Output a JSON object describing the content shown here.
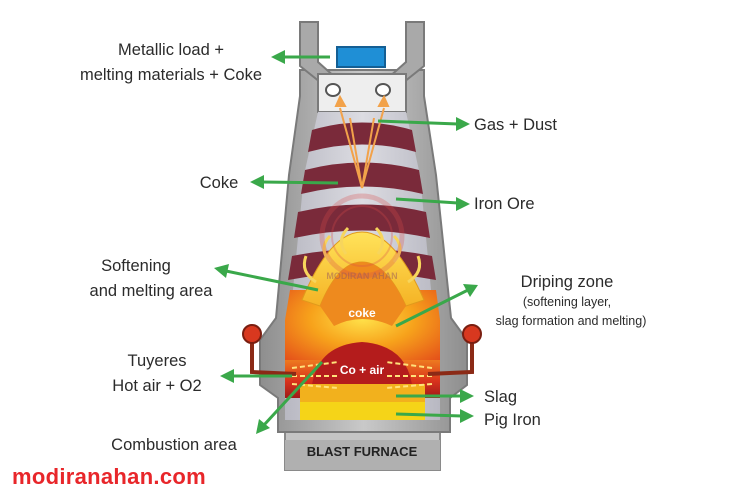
{
  "diagram": {
    "labels": {
      "metallic_load_line1": "Metallic load +",
      "metallic_load_line2": "melting materials + Coke",
      "gas_dust": "Gas + Dust",
      "coke": "Coke",
      "iron_ore": "Iron Ore",
      "softening_line1": "Softening",
      "softening_line2": "and melting area",
      "driping_zone": "Driping zone",
      "driping_sub1": "(softening layer,",
      "driping_sub2": "slag formation and melting)",
      "tuyeres_line1": "Tuyeres",
      "tuyeres_line2": "Hot air + O2",
      "slag": "Slag",
      "pig_iron": "Pig Iron",
      "combustion_area": "Combustion area"
    },
    "inner_labels": {
      "coke": "coke",
      "co_air": "Co + air"
    },
    "nameplate": "BLAST FURNACE",
    "watermark": "MODIRAN AHAN",
    "website": "modiranahan.com",
    "colors": {
      "arrow": "#3aa84a",
      "band": "#7a2a3a",
      "shell": "#9b9b9b",
      "brand": "#e8262a",
      "hopper": "#1f8fd6"
    }
  }
}
